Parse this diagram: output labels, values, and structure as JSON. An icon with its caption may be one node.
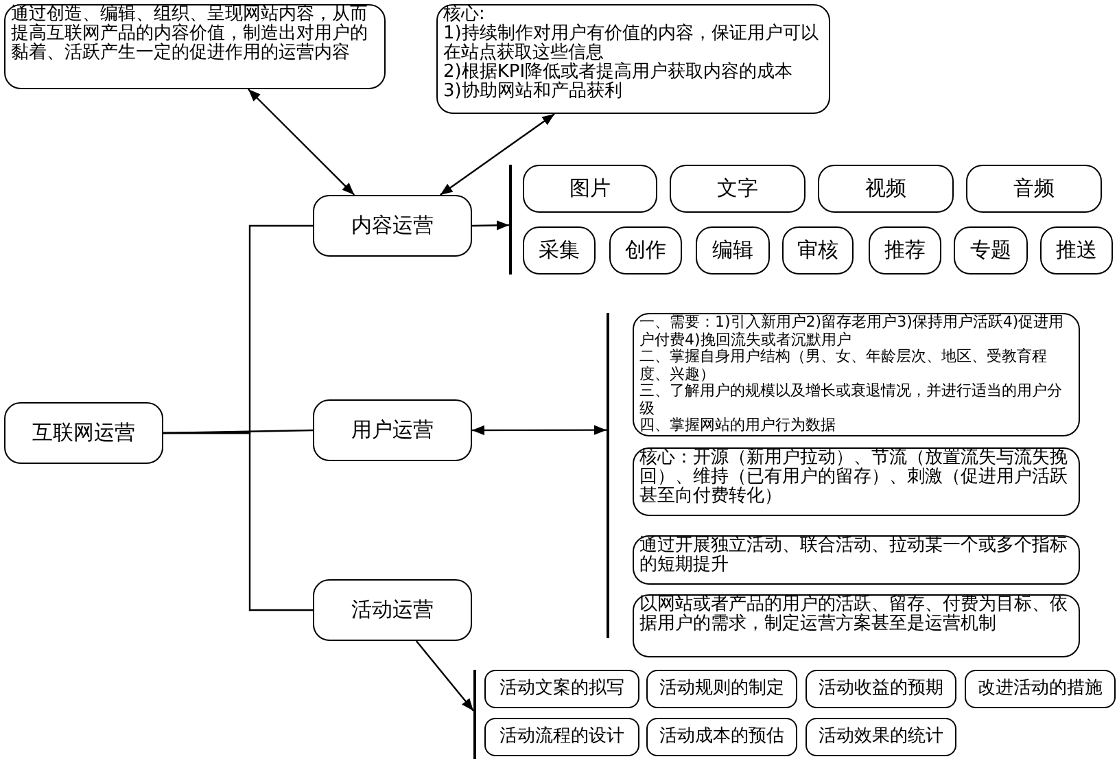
{
  "diagram": {
    "nodes": [
      {
        "text": [
          "互联网运营"
        ]
      },
      {
        "text": [
          "内容运营"
        ]
      },
      {
        "text": [
          "用户运营"
        ]
      },
      {
        "text": [
          "活动运营"
        ]
      },
      {
        "text": [
          "通过创造、编辑、组织、呈现网站内容，从而提高互联网产品的内容价值，制造出对用户的黏着、活跃产生一定的促进作用的运营内容"
        ]
      },
      {
        "text": [
          "核心:",
          "1)持续制作对用户有价值的内容，保证用户可以在站点获取这些信息",
          "2)根据KPI降低或者提高用户获取内容的成本",
          "3)协助网站和产品获利"
        ]
      },
      {
        "text": [],
        "shape": "bar"
      },
      {
        "text": [
          "图片"
        ]
      },
      {
        "text": [
          "文字"
        ]
      },
      {
        "text": [
          "视频"
        ]
      },
      {
        "text": [
          "音频"
        ]
      },
      {
        "text": [
          "采集"
        ]
      },
      {
        "text": [
          "创作"
        ]
      },
      {
        "text": [
          "编辑"
        ]
      },
      {
        "text": [
          "审核"
        ]
      },
      {
        "text": [
          "推荐"
        ]
      },
      {
        "text": [
          "专题"
        ]
      },
      {
        "text": [
          "推送"
        ]
      },
      {
        "text": [],
        "shape": "bar"
      },
      {
        "text": [
          "一、需要：1)引入新用户2)留存老用户3)保持用户活跃4)促进用户付费4)挽回流失或者沉默用户",
          "二、掌握自身用户结构（男、女、年龄层次、地区、受教育程度、兴趣）",
          "三、了解用户的规模以及增长或衰退情况，并进行适当的用户分级",
          "四、掌握网站的用户行为数据"
        ]
      },
      {
        "text": [
          "核心：开源（新用户拉动）、节流（放置流失与流失挽回）、维持（已有用户的留存）、刺激（促进用户活跃甚至向付费转化）"
        ]
      },
      {
        "text": [
          "通过开展独立活动、联合活动、拉动某一个或多个指标的短期提升"
        ]
      },
      {
        "text": [
          "以网站或者产品的用户的活跃、留存、付费为目标、依据用户的需求，制定运营方案甚至是运营机制"
        ]
      },
      {
        "text": [],
        "shape": "bar"
      },
      {
        "text": [
          "活动文案的拟写"
        ]
      },
      {
        "text": [
          "活动规则的制定"
        ]
      },
      {
        "text": [
          "活动收益的预期"
        ]
      },
      {
        "text": [
          "改进活动的措施"
        ]
      },
      {
        "text": [
          "活动流程的设计"
        ]
      },
      {
        "text": [
          "活动成本的预估"
        ]
      },
      {
        "text": [
          "活动效果的统计"
        ]
      }
    ],
    "edges": [
      {
        "from": 0,
        "to": 1,
        "arrow": "none"
      },
      {
        "from": 0,
        "to": 2,
        "arrow": "none"
      },
      {
        "from": 0,
        "to": 3,
        "arrow": "none"
      },
      {
        "from": 1,
        "to": 4,
        "arrow": "both"
      },
      {
        "from": 1,
        "to": 5,
        "arrow": "both"
      },
      {
        "from": 1,
        "to": 6,
        "arrow": "to"
      },
      {
        "from": 2,
        "to": 18,
        "arrow": "both"
      },
      {
        "from": 3,
        "to": 23,
        "arrow": "to"
      }
    ]
  }
}
